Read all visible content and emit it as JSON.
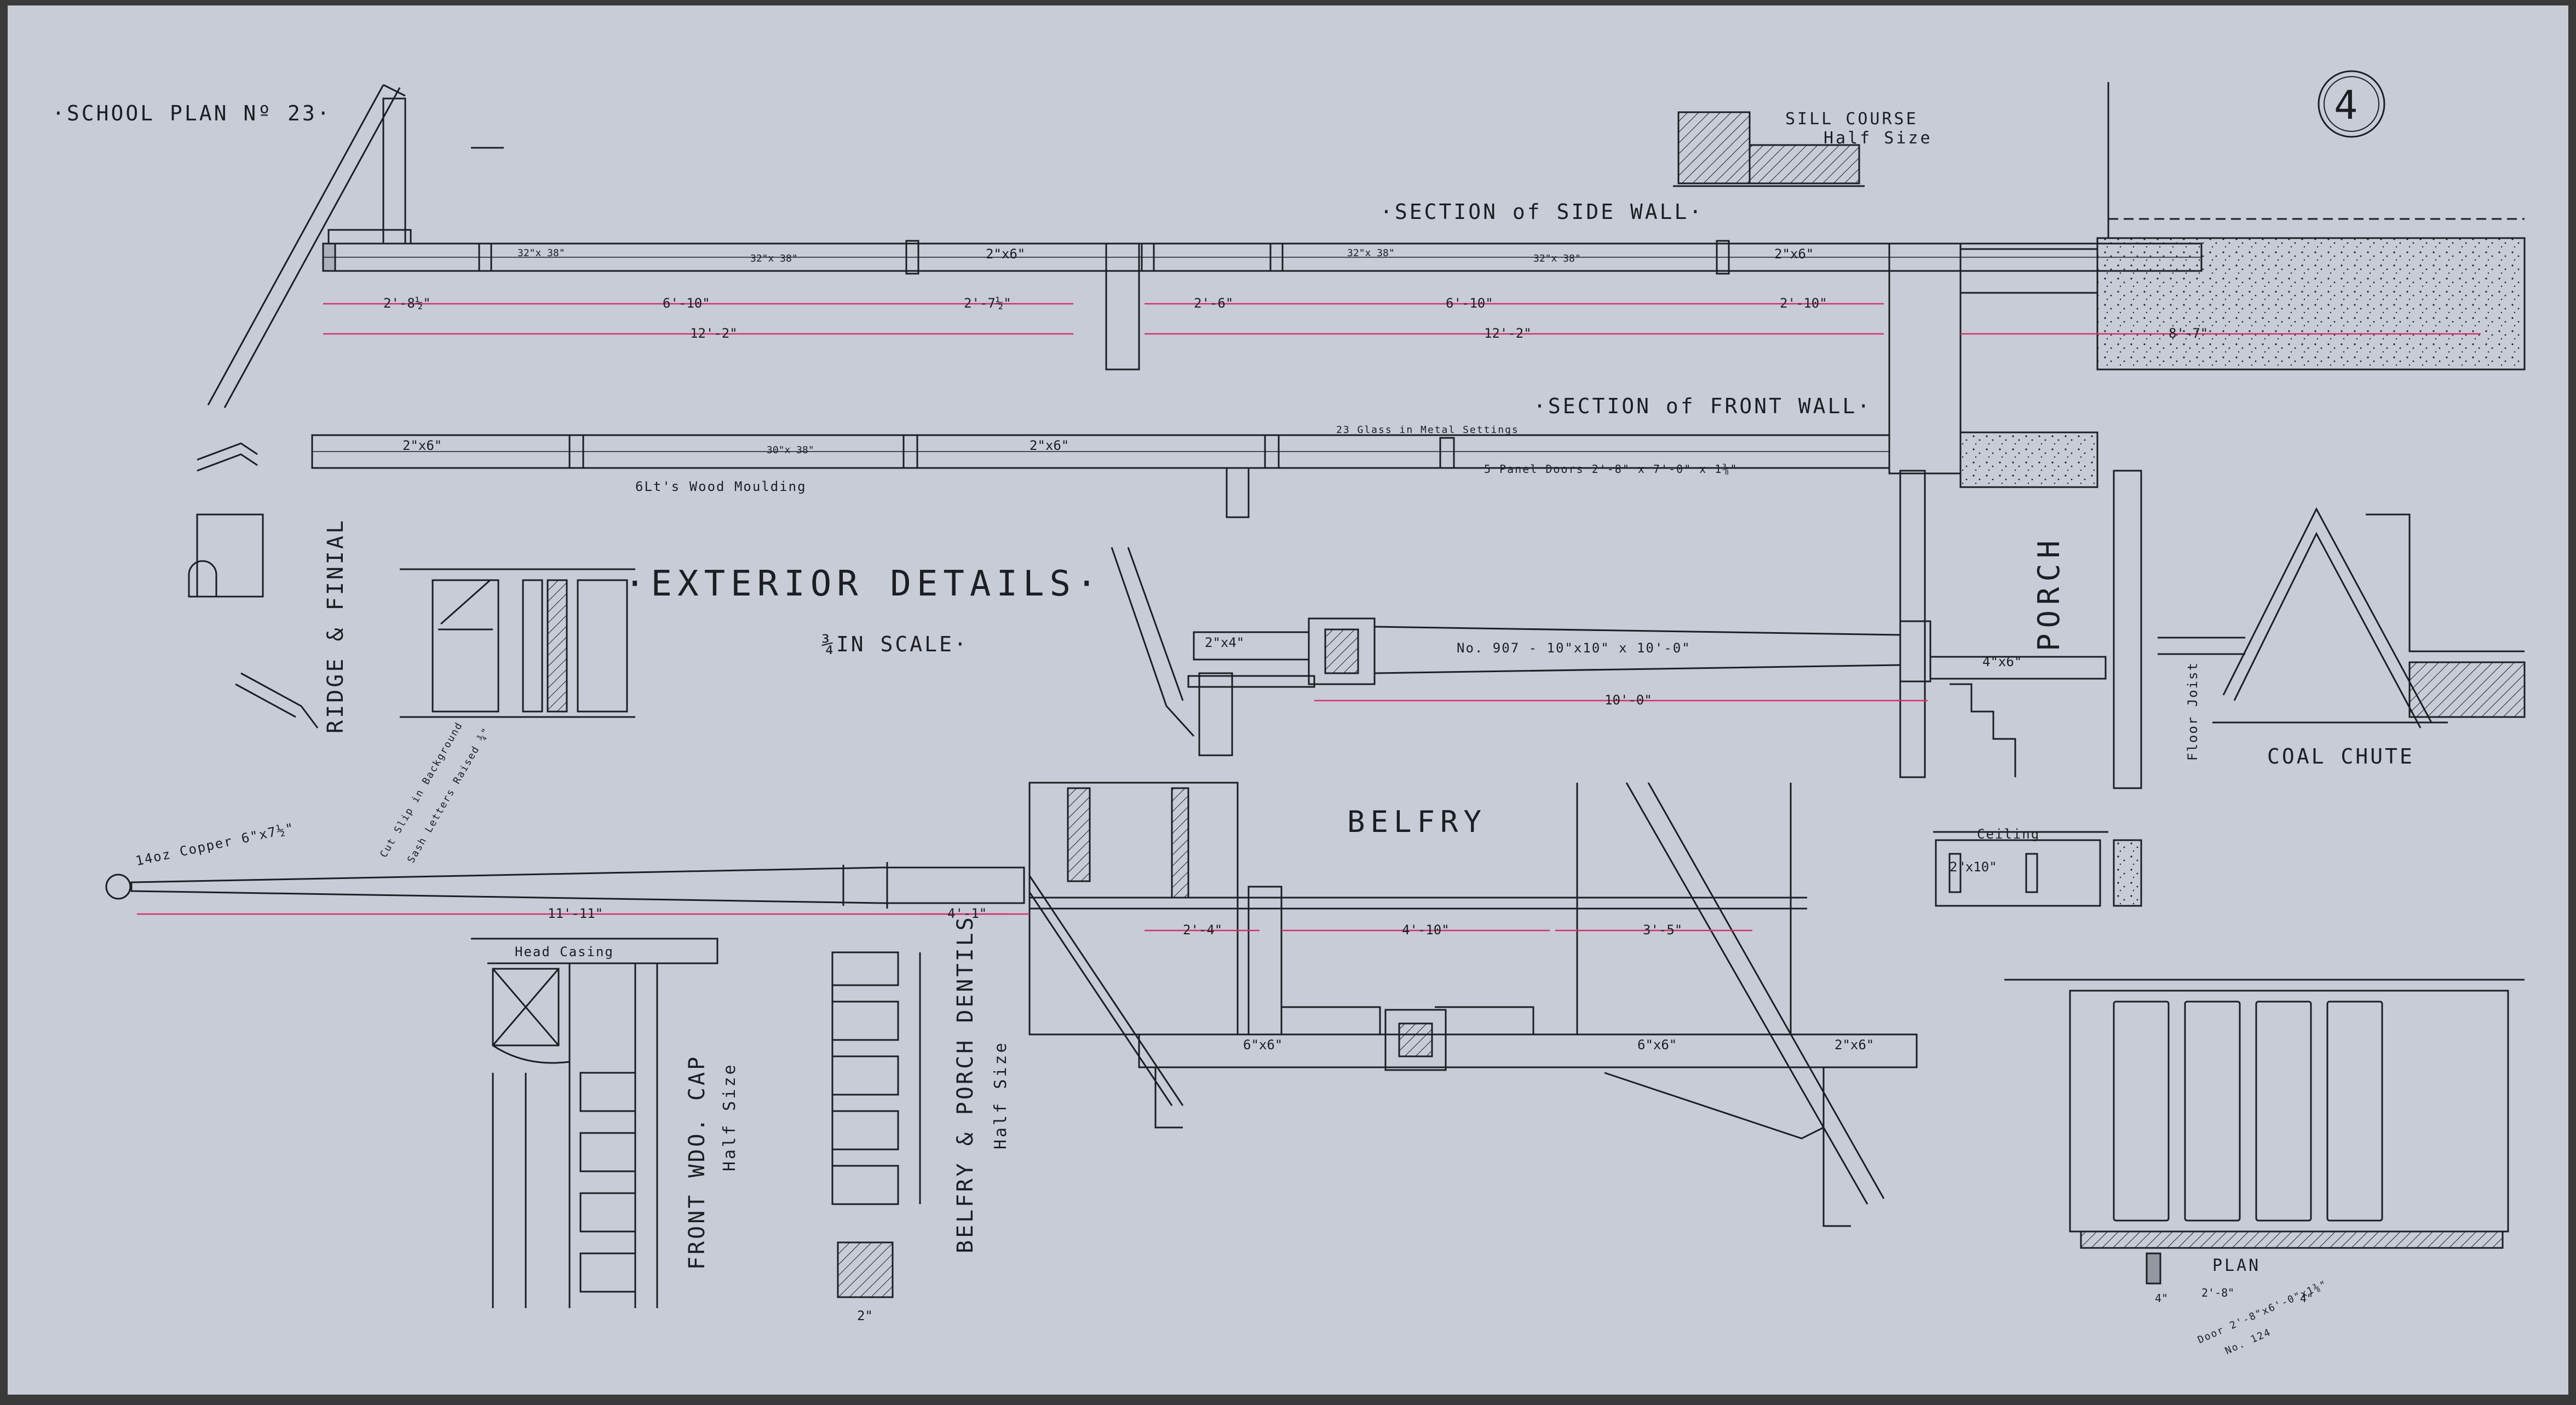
{
  "sheet": {
    "title": "·SCHOOL PLAN Nº 23·",
    "sheet_number": "4",
    "main_title": "·EXTERIOR DETAILS·",
    "scale": "¾IN SCALE·",
    "colors": {
      "paper": "#c7ccd6",
      "ink": "#1c1e24",
      "dimension": "#d4306a",
      "border": "#3a3a3a"
    }
  },
  "labels": {
    "section_side_wall": "·SECTION of SIDE WALL·",
    "section_front_wall": "·SECTION of FRONT WALL·",
    "sill_course": "SILL COURSE",
    "sill_half_size": "Half Size",
    "porch": "PORCH",
    "coal_chute": "COAL CHUTE",
    "belfry": "BELFRY",
    "ridge_finial": "RIDGE & FINIAL",
    "front_wdo_cap": "FRONT WDO. CAP",
    "cap_half_size": "Half Size",
    "belfry_dentils": "BELFRY & PORCH DENTILS",
    "dentils_half_size": "Half Size",
    "plan": "PLAN",
    "head_casing": "Head Casing",
    "copper": "14oz Copper 6\"x7½\"",
    "column": "No. 907 - 10\"x10\" x 10'-0\"",
    "wood_moulding": "6Lt's Wood Moulding",
    "ceiling": "Ceiling",
    "floor_joist": "Floor Joist",
    "glass_sash": "23 Glass in Metal Settings",
    "panel_doors": "5 Panel Doors 2'-8\" x 7'-0\" x 1⅜\"",
    "door_note": "Door 2'-8\"x6'-0\"x1⅜\"",
    "door_no": "No. 124",
    "gallvanized": "Cut Slip in Background",
    "sash_letter": "Sash Letters Raised ¾\""
  },
  "dimensions": {
    "side_wall_top": [
      "2'-8½\"",
      "6'-10\"",
      "2'-7½\"",
      "2'-6\"",
      "6'-10\"",
      "2'-10\""
    ],
    "side_wall_total_left": "12'-2\"",
    "side_wall_total_right": "12'-2\"",
    "porch_span": "8'-7\"",
    "column_length": "10'-0\"",
    "finial_length": "11'-11\"",
    "belfry_offset": "4'-1\"",
    "belfry_a": "2'-4\"",
    "belfry_b": "4'-10\"",
    "belfry_c": "3'-5\"",
    "lumber": [
      "2\"x6\"",
      "2\"x6\"",
      "2\"x6\"",
      "2\"x6\"",
      "2\"x10\"",
      "4\"x6\"",
      "6\"x6\"",
      "6\"x6\"",
      "2\"x6\"",
      "2\"x4\""
    ],
    "dentil_bottom": "2\"",
    "sash": [
      "32\"x 38\"",
      "32\"x 38\"",
      "32\"x 38\"",
      "32\"x 38\"",
      "30\"x 38\""
    ],
    "plan_dims": [
      "4\"",
      "2'-8\"",
      "4\""
    ]
  }
}
